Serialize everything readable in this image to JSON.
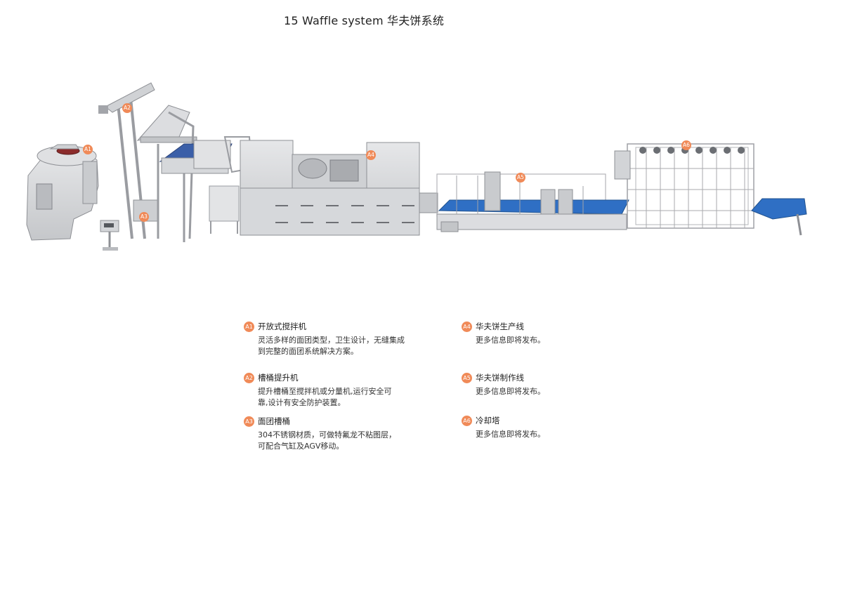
{
  "title": "15  Waffle system  华夫饼系统",
  "markers": {
    "A1": "A1",
    "A2": "A2",
    "A3": "A3",
    "A4": "A4",
    "A5": "A5",
    "A6": "A6"
  },
  "legend": [
    {
      "badge": "A1",
      "title": "开放式搅拌机",
      "lines": [
        "灵活多样的面团类型，卫生设计，无缝集成",
        "到完整的面团系统解决方案。"
      ]
    },
    {
      "badge": "A2",
      "title": "槽桶提升机",
      "lines": [
        "提升槽桶至搅拌机或分量机,运行安全可",
        "靠,设计有安全防护装置。"
      ]
    },
    {
      "badge": "A3",
      "title": "面团槽桶",
      "lines": [
        "304不锈钢材质，可做特氟龙不粘图层，",
        "可配合气缸及AGV移动。"
      ]
    },
    {
      "badge": "A4",
      "title": "华夫饼生产线",
      "lines": [
        "更多信息即将发布。"
      ]
    },
    {
      "badge": "A5",
      "title": "华夫饼制作线",
      "lines": [
        "更多信息即将发布。"
      ]
    },
    {
      "badge": "A6",
      "title": "冷却塔",
      "lines": [
        "更多信息即将发布。"
      ]
    }
  ],
  "colors": {
    "steel": "#d9dadc",
    "steel_dark": "#a9abaf",
    "belt_blue": "#2f6fc4",
    "badge_orange": "#f08a58"
  }
}
